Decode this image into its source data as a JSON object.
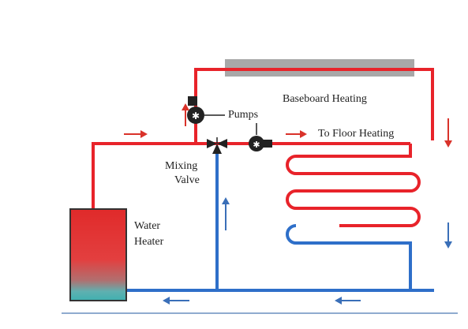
{
  "labels": {
    "baseboard_heating": "Baseboard Heating",
    "pumps": "Pumps",
    "to_floor_heating": "To Floor Heating",
    "mixing": "Mixing",
    "valve": "Valve",
    "water": "Water",
    "heater": "Heater"
  },
  "colors": {
    "hot_pipe": "#e8232a",
    "cold_pipe": "#2e6fc9",
    "arrow_hot": "#d9322a",
    "arrow_cold": "#3a6fb8",
    "baseboard": "#a8a8a8",
    "pump_body": "#222222",
    "tank_top": "#e02a2a",
    "tank_bottom": "#3fb0b0",
    "ground_line": "#6a8fbf"
  },
  "icons": [
    "pump-icon",
    "mixing-valve-icon",
    "flow-arrow-icon"
  ]
}
